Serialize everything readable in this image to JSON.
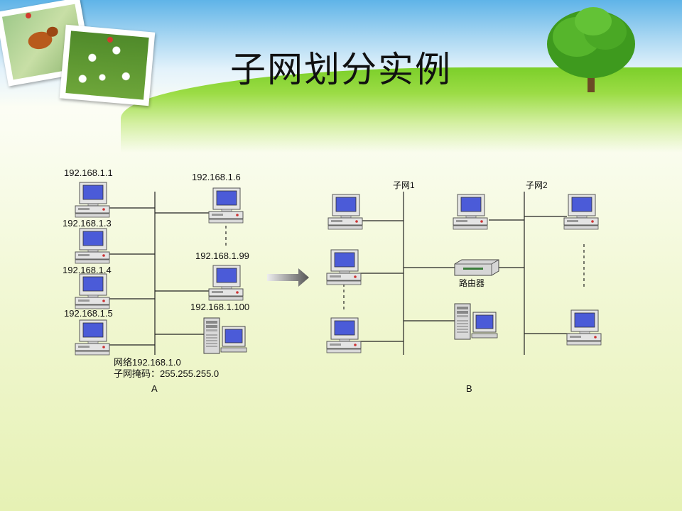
{
  "slide": {
    "title": "子网划分实例"
  },
  "diagram_a": {
    "hosts": [
      {
        "ip": "192.168.1.1"
      },
      {
        "ip": "192.168.1.3"
      },
      {
        "ip": "192.168.1.4"
      },
      {
        "ip": "192.168.1.5"
      },
      {
        "ip": "192.168.1.6"
      },
      {
        "ip": "192.168.1.99"
      },
      {
        "ip": "192.168.1.100"
      }
    ],
    "network_line": "网络192.168.1.0",
    "mask_line": "子网掩码：255.255.255.0",
    "caption": "A"
  },
  "diagram_b": {
    "subnet1_label": "子网1",
    "subnet2_label": "子网2",
    "router_label": "路由器",
    "caption": "B"
  },
  "colors": {
    "screen": "#4b5bd8",
    "computer_body": "#e8e8e8",
    "line": "#222222"
  }
}
